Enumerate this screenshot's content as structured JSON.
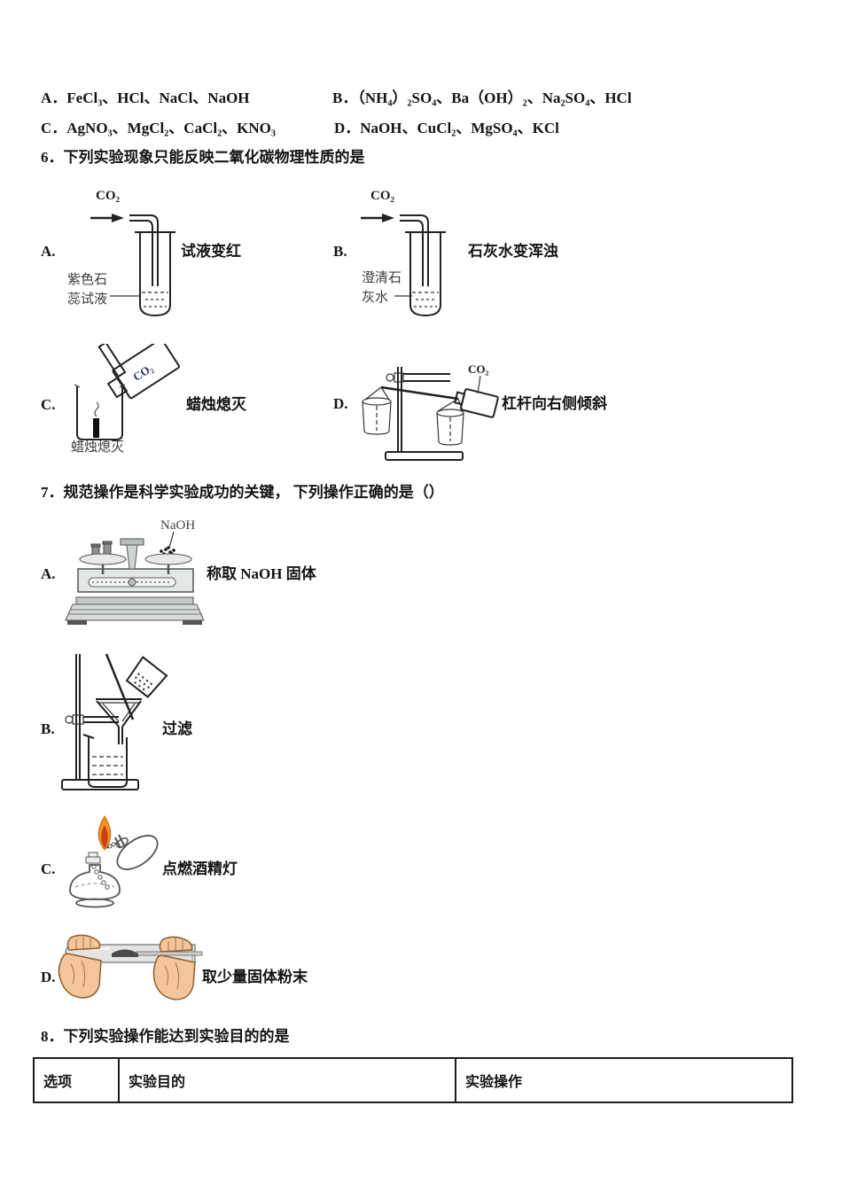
{
  "options_block": {
    "a": "A．FeCl₃、HCl、NaCl、NaOH",
    "b": "B．（NH₄）₂SO₄、Ba（OH）₂、Na₂SO₄、HCl",
    "c": "C．AgNO₃、MgCl₂、CaCl₂、KNO₃",
    "d": "D．NaOH、CuCl₂、MgSO₄、KCl"
  },
  "q6": {
    "stem": "6．下列实验现象只能反映二氧化碳物理性质的是",
    "a": {
      "label": "A.",
      "gas": "CO₂",
      "reagent_line1": "紫色石",
      "reagent_line2": "蕊试液",
      "caption": "试液变红"
    },
    "b": {
      "label": "B.",
      "gas": "CO₂",
      "reagent_line1": "澄清石",
      "reagent_line2": "灰水",
      "caption": "石灰水变浑浊"
    },
    "c": {
      "label": "C.",
      "gas": "CO₂",
      "note": "蜡烛熄灭",
      "caption": "蜡烛熄灭"
    },
    "d": {
      "label": "D.",
      "gas": "CO₂",
      "caption": "杠杆向右侧倾斜"
    }
  },
  "q7": {
    "stem": "7．规范操作是科学实验成功的关键， 下列操作正确的是（）",
    "a": {
      "label": "A.",
      "reagent": "NaOH",
      "caption": "称取 NaOH 固体"
    },
    "b": {
      "label": "B.",
      "caption": "过滤"
    },
    "c": {
      "label": "C.",
      "caption": "点燃酒精灯"
    },
    "d": {
      "label": "D.",
      "caption": "取少量固体粉末"
    }
  },
  "q8": {
    "stem": "8．下列实验操作能达到实验目的的是",
    "table_headers": [
      "选项",
      "实验目的",
      "实验操作"
    ]
  },
  "colors": {
    "ink": "#1c1c1c",
    "label_gray": "#3c3c3c",
    "bottle_gas_text": "#27355e",
    "flame_outer": "#ef9325",
    "flame_inner": "#cd3e12",
    "hand_skin": "#f3c59b",
    "hand_outline": "#8f5c2c",
    "metal_gray": "#d6d9d9"
  }
}
